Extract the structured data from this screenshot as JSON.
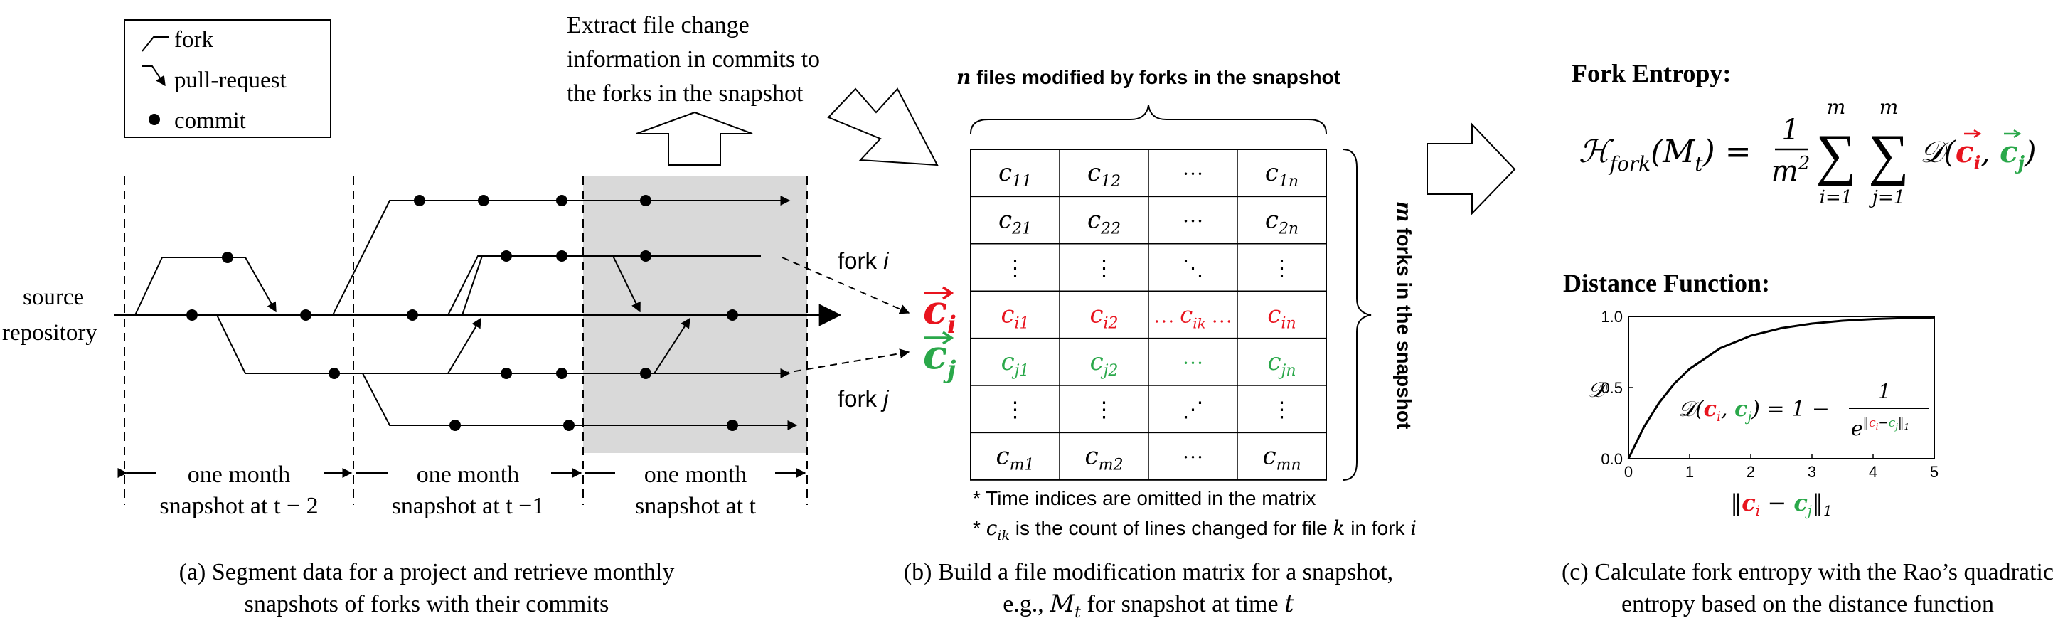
{
  "legend": {
    "fork": "fork",
    "pull_request": "pull-request",
    "commit": "commit"
  },
  "panel_a": {
    "source_line1": "source",
    "source_line2": "repository",
    "fork_i_label": "fork i",
    "fork_j_label": "fork j",
    "segment_label": "one month",
    "snapshot_t2": "snapshot at t − 2",
    "snapshot_t1": "snapshot at t −1",
    "snapshot_t": "snapshot at t",
    "extract_line1": "Extract file change",
    "extract_line2": "information in commits to",
    "extract_line3": "the forks in the snapshot",
    "vec_ci": "c",
    "vec_ci_sub": "i",
    "vec_cj": "c",
    "vec_cj_sub": "j"
  },
  "panel_b": {
    "top_label": "n files modified by forks in the snapshot",
    "side_label": "m forks in the snapshot",
    "matrix": [
      [
        "c11",
        "c12",
        "···",
        "c1n"
      ],
      [
        "c21",
        "c22",
        "···",
        "c2n"
      ],
      [
        "⋮",
        "⋮",
        "⋱",
        "⋮"
      ],
      [
        "ci1",
        "ci2",
        "… cik …",
        "cin"
      ],
      [
        "cj1",
        "cj2",
        "···",
        "cjn"
      ],
      [
        "⋮",
        "⋮",
        "⋰",
        "⋮"
      ],
      [
        "cm1",
        "cm2",
        "···",
        "cmn"
      ]
    ],
    "note1": "* Time indices are omitted in the matrix",
    "note2": "* cik is the count of lines changed for file k in fork i"
  },
  "panel_c": {
    "fork_entropy_title": "Fork Entropy:",
    "formula_lhs": "ℋfork(Mt) =",
    "formula_frac_num": "1",
    "formula_frac_den": "m²",
    "sum_upper": "m",
    "sum_lower_i": "i=1",
    "sum_lower_j": "j=1",
    "formula_rhs": "𝒟(ci, cj)",
    "distance_title": "Distance Function:",
    "curve_formula": "𝒟(ci, cj) = 1 −",
    "curve_formula_num": "1",
    "curve_formula_den": "e‖ci−cj‖1",
    "ylabel": "𝒟",
    "xlabel": "‖ci − cj‖1"
  },
  "captions": {
    "a_line1": "(a) Segment data for a project and retrieve monthly",
    "a_line2": "snapshots of forks with their commits",
    "b_line1": "(b) Build a file modification matrix for a snapshot,",
    "b_line2": "e.g., Mt for snapshot at time t",
    "c_line1": "(c) Calculate fork entropy with the Rao’s quadratic",
    "c_line2": "entropy based on the distance function"
  },
  "colors": {
    "red": "#e8141e",
    "green": "#2aa84a",
    "shade": "#d9d9d9"
  },
  "chart_data": {
    "type": "line",
    "xlim": [
      0,
      5
    ],
    "ylim": [
      0.0,
      1.0
    ],
    "x_ticks": [
      "0",
      "1",
      "2",
      "3",
      "4",
      "5"
    ],
    "y_ticks": [
      "0.0",
      "0.5",
      "1.0"
    ],
    "series": [
      {
        "x": [
          0,
          0.25,
          0.5,
          0.75,
          1,
          1.5,
          2,
          2.5,
          3,
          3.5,
          4,
          4.5,
          5
        ],
        "y": [
          0,
          0.221,
          0.393,
          0.528,
          0.632,
          0.777,
          0.865,
          0.918,
          0.95,
          0.97,
          0.982,
          0.989,
          0.993
        ]
      }
    ],
    "grid": false
  }
}
